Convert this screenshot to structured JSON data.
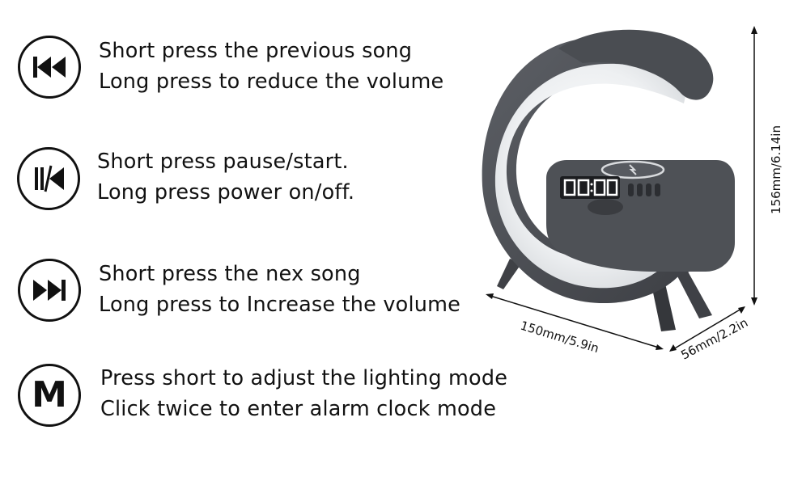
{
  "instructions": [
    {
      "icon": "previous-track-icon",
      "line1": "Short press the previous song",
      "line2": "Long press to reduce the volume"
    },
    {
      "icon": "play-pause-icon",
      "line1": "Short press pause/start.",
      "line2": "Long press power on/off."
    },
    {
      "icon": "next-track-icon",
      "line1": "Short press the nex song",
      "line2": "Long press to Increase the volume"
    },
    {
      "icon": "mode-m-icon",
      "icon_letter": "M",
      "line1": "Press short to adjust the lighting mode",
      "line2": "Click twice to enter alarm clock mode"
    }
  ],
  "dimensions": {
    "height": "156mm/6.14in",
    "width": "150mm/5.9in",
    "depth": "56mm/2.2in"
  },
  "colors": {
    "product_body": "#4a4d52",
    "product_light": "#f4f5f6",
    "display_digits": "#ffffff"
  }
}
